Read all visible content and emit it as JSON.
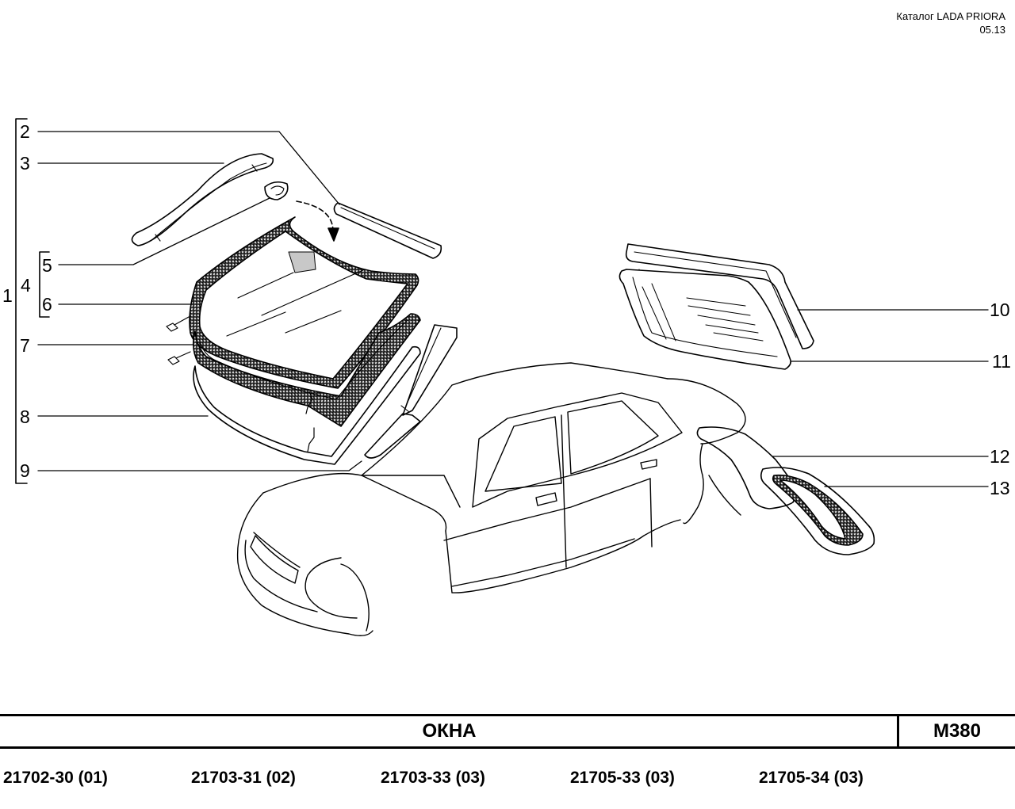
{
  "header": {
    "title": "Каталог  LADA  PRIORA",
    "date": "05.13"
  },
  "callouts": [
    "1",
    "2",
    "3",
    "4",
    "5",
    "6",
    "7",
    "8",
    "9",
    "10",
    "11",
    "12",
    "13"
  ],
  "footer": {
    "title": "ОКНА",
    "code": "М380"
  },
  "models": [
    "21702-30 (01)",
    "21703-31 (02)",
    "21703-33 (03)",
    "21705-33 (03)",
    "21705-34 (03)"
  ]
}
